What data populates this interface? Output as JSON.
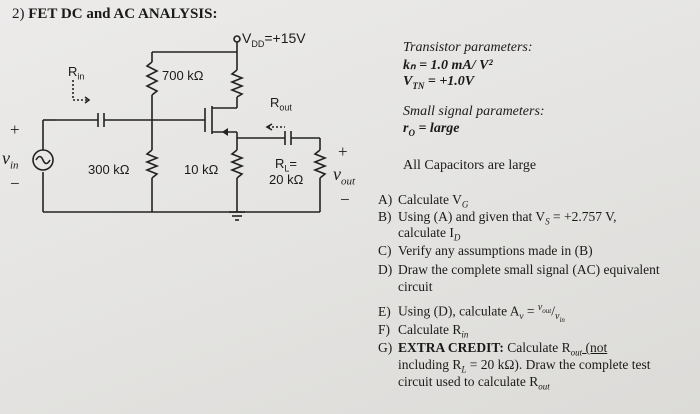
{
  "header": {
    "number": "2)",
    "title": "FET DC and AC ANALYSIS:"
  },
  "circuit": {
    "vdd": "V",
    "vdd_sub": "DD",
    "vdd_val": "=+15V",
    "rin": "R",
    "rin_sub": "in",
    "r_top": "700 kΩ",
    "r_bottom": "10 kΩ",
    "r_source": "300 kΩ",
    "rout": "R",
    "rout_sub": "out",
    "rl_label": "R",
    "rl_sub": "L",
    "rl_eq": "=",
    "rl_value": "20 kΩ",
    "vin": "v",
    "vin_sub": "in",
    "vout": "v",
    "vout_sub": "out",
    "plus": "+",
    "minus": "−"
  },
  "params": {
    "transistor_heading": "Transistor parameters:",
    "kn": "kₙ = 1.0 mA/ V²",
    "vtn": "V",
    "vtn_sub": "TN",
    "vtn_val": " = +1.0V",
    "small_signal_heading": "Small signal parameters:",
    "ro": "r",
    "ro_sub": "O",
    "ro_val": " = large",
    "capacitors": "All Capacitors are large"
  },
  "questions": [
    {
      "label": "A)",
      "text": "Calculate V",
      "sub": "G"
    },
    {
      "label": "B)",
      "text": "Using (A) and given that V",
      "sub": "S",
      "tail": " = +2.757 V,",
      "line2": "calculate I",
      "line2_sub": "D"
    },
    {
      "label": "C)",
      "text": "Verify any assumptions made in (B)"
    },
    {
      "label": "D)",
      "text": "Draw the complete small signal (AC) equivalent",
      "line2": "circuit"
    },
    {
      "label": "E)",
      "text": "Using (D), calculate A",
      "sub": "v",
      "tail": " = ",
      "frac_num": "v",
      "frac_num_sub": "out",
      "frac_den": "v",
      "frac_den_sub": "in"
    },
    {
      "label": "F)",
      "text": "Calculate R",
      "sub": "in"
    },
    {
      "label": "G)",
      "bold": "EXTRA CREDIT:",
      "text": " Calculate R",
      "sub": "out",
      "tail": " (not",
      "line2": "including R",
      "line2_sub": "L",
      "line2_tail": " = 20 kΩ). Draw the complete test",
      "line3": "circuit used to calculate R",
      "line3_sub": "out"
    }
  ]
}
